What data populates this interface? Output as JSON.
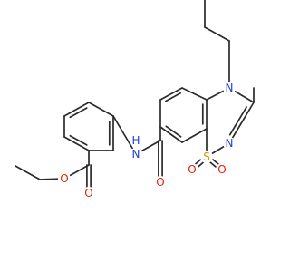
{
  "molecule": {
    "atom_labels": {
      "O_ester_ether": "O",
      "O_ester_carbonyl": "O",
      "N_amide": "N",
      "H_amide": "H",
      "O_amide_carbonyl": "O",
      "N_ring_propyl": "N",
      "N_ring_imine": "N",
      "S_sulfonyl": "S",
      "O_sulfonyl_left": "O",
      "O_sulfonyl_right": "O"
    },
    "colors": {
      "bond": "#2b2b2b",
      "oxygen": "#e8200c",
      "nitrogen": "#1f3bd6",
      "sulfur": "#c2a000",
      "carbon": "#2b2b2b"
    }
  }
}
